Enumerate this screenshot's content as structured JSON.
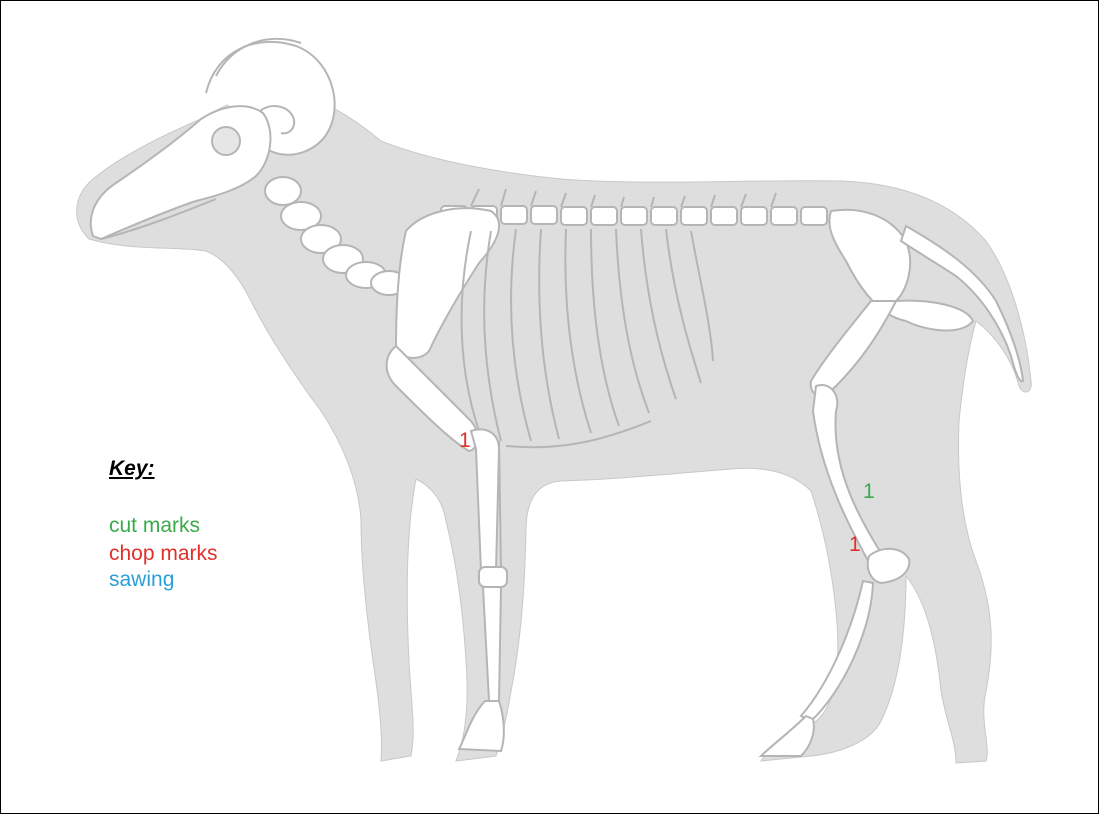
{
  "colors": {
    "cut": "#3aaa4a",
    "chop": "#e0302b",
    "sawing": "#2a9fd6",
    "silhouette": "#dedede",
    "bone_fill": "#ffffff",
    "bone_outline": "#b5b5b5"
  },
  "key": {
    "title": "Key:",
    "items": [
      {
        "label": "cut marks",
        "color": "cut"
      },
      {
        "label": "chop marks",
        "color": "chop"
      },
      {
        "label": "sawing",
        "color": "sawing"
      }
    ]
  },
  "marks": [
    {
      "label": "1",
      "type": "chop",
      "location": "humerus distal"
    },
    {
      "label": "1",
      "type": "cut",
      "location": "tibia"
    },
    {
      "label": "1",
      "type": "chop",
      "location": "tibia distal"
    }
  ]
}
